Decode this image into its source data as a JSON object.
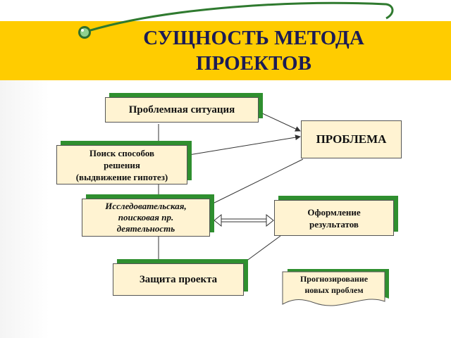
{
  "slide": {
    "title_line1": "СУЩНОСТЬ МЕТОДА",
    "title_line2": "ПРОЕКТОВ",
    "accent_color": "#FFCC00",
    "shadow_color": "#2f8f2f",
    "box_fill": "#FFF3D2"
  },
  "nodes": {
    "problem_situation": "Проблемная ситуация",
    "search_line1": "Поиск способов",
    "search_line2": "решения",
    "search_line3": "(выдвижение гипотез)",
    "research_line1": "Исследовательская,",
    "research_line2": "поисковая пр.",
    "research_line3": "деятельность",
    "defense": "Защита проекта",
    "problem": "ПРОБЛЕМА",
    "results_line1": "Оформление",
    "results_line2": "результатов",
    "forecast_line1": "Прогнозирование",
    "forecast_line2": "новых проблем"
  }
}
